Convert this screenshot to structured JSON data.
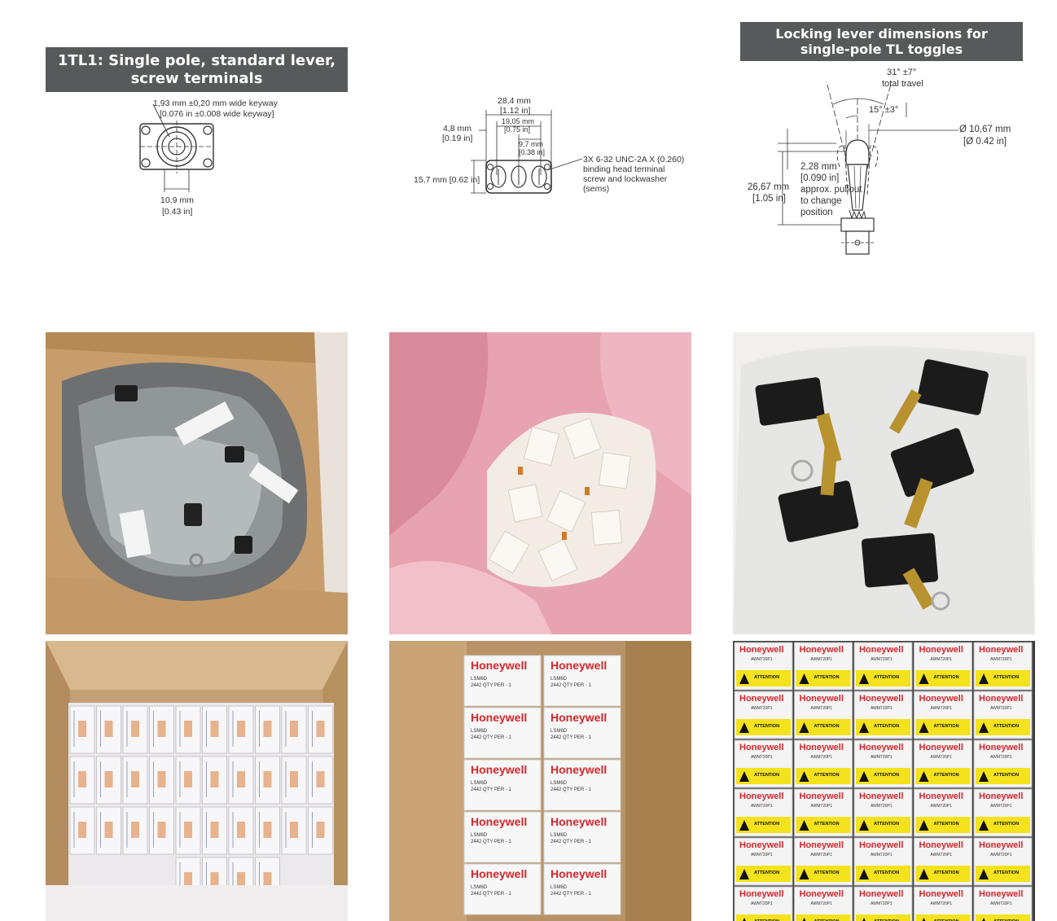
{
  "panel1": {
    "title_line1": "1TL1: Single pole, standard lever,",
    "title_line2": "screw terminals",
    "keyway_mm": "1,93 mm ±0,20 mm wide keyway",
    "keyway_in": "[0.076 in ±0.008 wide keyway]",
    "width_mm": "10,9 mm",
    "width_in": "[0.43 in]"
  },
  "panel2": {
    "overall_mm": "28,4 mm",
    "overall_in": "[1.12 in]",
    "pitch_mm": "19,05 mm",
    "pitch_in": "[0.75 in]",
    "spacing_mm": "9,7 mm",
    "spacing_in": "[0.38 in]",
    "edge_mm": "4,8 mm",
    "edge_in": "[0.19 in]",
    "height": "15,7 mm [0.62 in]",
    "screw_note_1": "3X 6-32 UNC-2A X (0.260)",
    "screw_note_2": "binding head terminal",
    "screw_note_3": "screw and lockwasher",
    "screw_note_4": "(sems)"
  },
  "panel3": {
    "title_line1": "Locking lever dimensions for",
    "title_line2": "single-pole TL toggles",
    "travel_angle": "31° ±7°",
    "travel_label": "total travel",
    "half_angle": "15° ±3°",
    "diameter_mm": "Ø 10,67 mm",
    "diameter_in": "[Ø 0.42 in]",
    "pullout_mm": "2,28 mm",
    "pullout_in": "[0.090 in]",
    "pullout_note_1": "approx. pullout",
    "pullout_note_2": "to change",
    "pullout_note_3": "position",
    "length_mm": "26,67 mm",
    "length_in": "[1.05 in]"
  },
  "photos": {
    "honeywell": "Honeywell",
    "box_label_1": "LSM6D",
    "box_label_2": "2442",
    "box_label_3": "QTY PER - 1",
    "yellow_label": "ATTENTION",
    "part_label": "AWM720P1"
  },
  "colors": {
    "banner": "#58595b",
    "honeywell_red": "#d7262b",
    "cardboard": "#c9a47a",
    "pink": "#e59aa8",
    "warning_yellow": "#f3e21c"
  }
}
